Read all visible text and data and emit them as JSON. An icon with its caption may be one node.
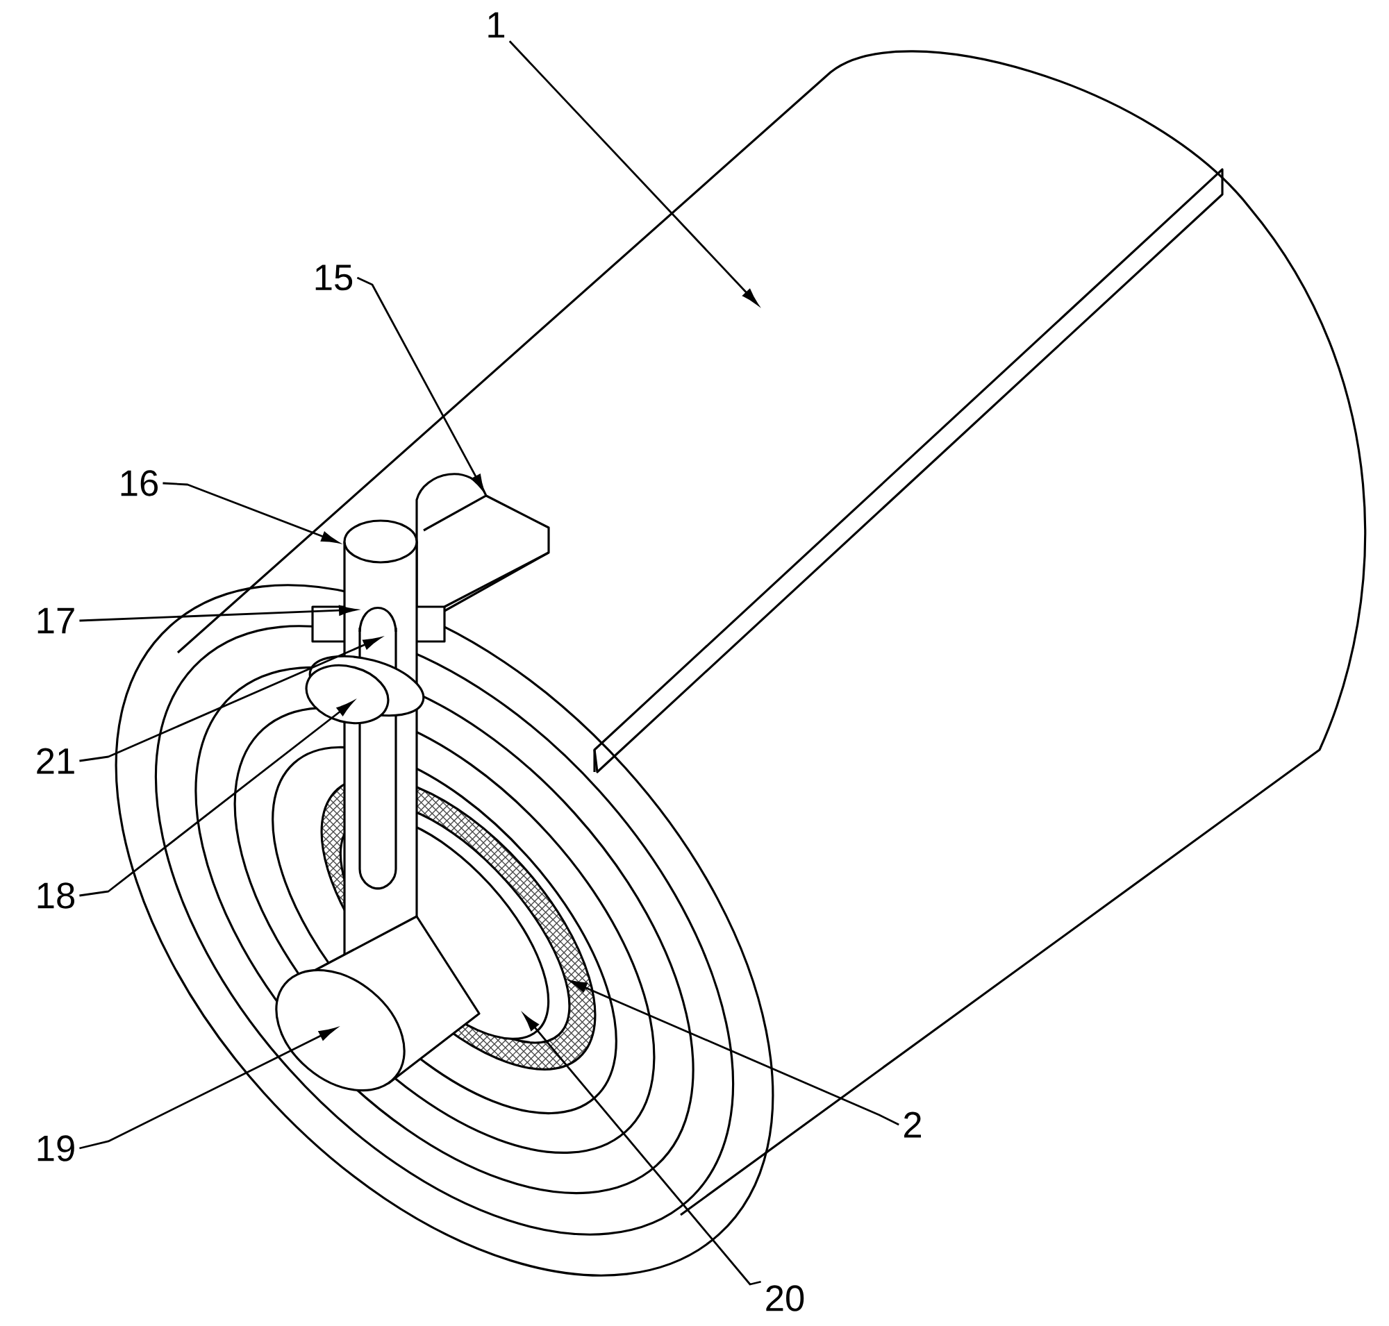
{
  "diagram": {
    "nodes": [
      {
        "text": [
          "1"
        ]
      },
      {
        "text": [
          "15"
        ]
      },
      {
        "text": [
          "16"
        ]
      },
      {
        "text": [
          "17"
        ]
      },
      {
        "text": [
          "21"
        ]
      },
      {
        "text": [
          "18"
        ]
      },
      {
        "text": [
          "19"
        ]
      },
      {
        "text": [
          "2"
        ]
      },
      {
        "text": [
          "20"
        ]
      }
    ],
    "edges": [
      {
        "from": 0,
        "to": null,
        "arrow": "to"
      },
      {
        "from": 1,
        "to": null,
        "arrow": "to"
      },
      {
        "from": 2,
        "to": null,
        "arrow": "to"
      },
      {
        "from": 3,
        "to": null,
        "arrow": "to"
      },
      {
        "from": 4,
        "to": null,
        "arrow": "to"
      },
      {
        "from": 5,
        "to": null,
        "arrow": "to"
      },
      {
        "from": 6,
        "to": null,
        "arrow": "to"
      },
      {
        "from": 7,
        "to": null,
        "arrow": "to"
      },
      {
        "from": 8,
        "to": null,
        "arrow": "to"
      }
    ]
  }
}
